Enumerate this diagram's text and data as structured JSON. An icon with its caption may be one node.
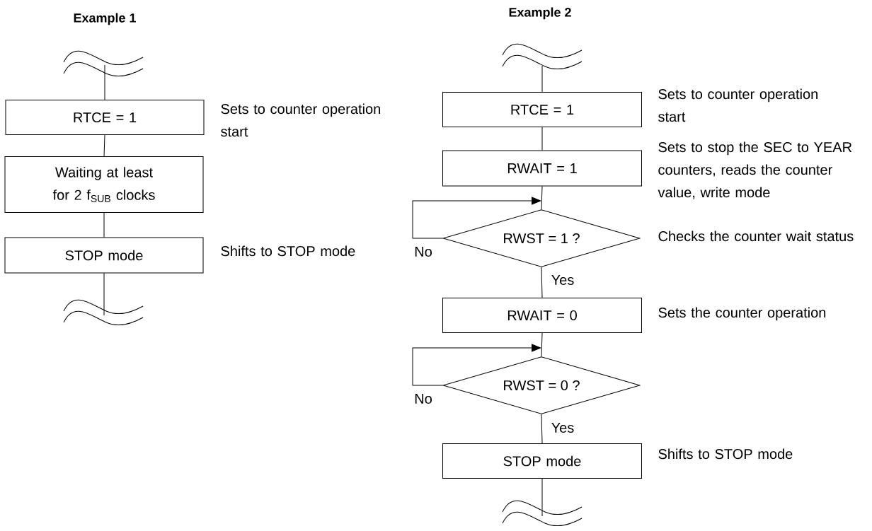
{
  "diagram": {
    "nodes": [
      {
        "text": [
          "RTCE = 1"
        ],
        "beside": [
          "Sets to counter operation start"
        ]
      },
      {
        "text": [
          "Waiting at least for 2 f$_{SUB}$ clocks"
        ]
      },
      {
        "text": [
          "STOP mode"
        ],
        "beside": [
          "Shifts to STOP mode"
        ]
      },
      {
        "text": [
          "RTCE = 1"
        ],
        "beside": [
          "Sets to counter operation start"
        ]
      },
      {
        "text": [
          "RWAIT = 1"
        ],
        "beside": [
          "Sets to stop the SEC to YEAR counters, reads the counter value, write mode"
        ]
      },
      {
        "text": [
          "RWST = 1 ?"
        ],
        "beside": [
          "Checks the counter wait status"
        ]
      },
      {
        "text": [
          "RWAIT = 0"
        ],
        "beside": [
          "Sets the counter operation"
        ]
      },
      {
        "text": [
          "RWST = 0 ?"
        ]
      },
      {
        "text": [
          "STOP mode"
        ],
        "beside": [
          "Shifts to STOP mode"
        ]
      }
    ],
    "edges": [
      {
        "from": null,
        "to": 0,
        "arrow": "none"
      },
      {
        "from": 0,
        "to": 1,
        "arrow": "none"
      },
      {
        "from": 1,
        "to": 2,
        "arrow": "none"
      },
      {
        "from": 2,
        "to": null,
        "arrow": "none"
      },
      {
        "from": null,
        "to": 3,
        "arrow": "none"
      },
      {
        "from": 3,
        "to": 4,
        "arrow": "none"
      },
      {
        "from": 4,
        "to": 5,
        "arrow": "none"
      },
      {
        "from": 5,
        "to": 5,
        "arrow": "to",
        "label": "No"
      },
      {
        "from": 5,
        "to": 6,
        "arrow": "none",
        "label": "Yes"
      },
      {
        "from": 6,
        "to": 7,
        "arrow": "none"
      },
      {
        "from": 7,
        "to": 7,
        "arrow": "to",
        "label": "No"
      },
      {
        "from": 7,
        "to": 8,
        "arrow": "none",
        "label": "Yes"
      },
      {
        "from": 8,
        "to": null,
        "arrow": "none"
      }
    ],
    "labels": [
      "Example 1",
      "Example 2"
    ]
  }
}
